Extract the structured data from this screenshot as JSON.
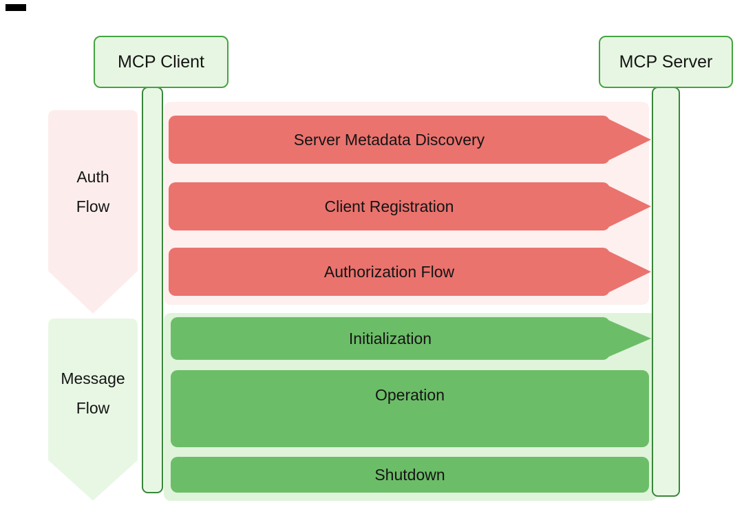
{
  "actors": {
    "client": {
      "label": "MCP Client"
    },
    "server": {
      "label": "MCP Server"
    }
  },
  "sections": {
    "auth": {
      "label_line1": "Auth",
      "label_line2": "Flow",
      "steps": [
        {
          "label": "Server Metadata Discovery",
          "shape": "arrow"
        },
        {
          "label": "Client Registration",
          "shape": "arrow"
        },
        {
          "label": "Authorization Flow",
          "shape": "arrow"
        }
      ]
    },
    "message": {
      "label_line1": "Message",
      "label_line2": "Flow",
      "steps": [
        {
          "label": "Initialization",
          "shape": "arrow"
        },
        {
          "label": "Operation",
          "shape": "box"
        },
        {
          "label": "Shutdown",
          "shape": "box"
        }
      ]
    }
  },
  "colors": {
    "red_arrow": "#ea736e",
    "pink_panel": "#fdf0ef",
    "pink_banner": "#fcedec",
    "green_solid": "#6cbd68",
    "green_panel": "#e0f3db",
    "green_banner": "#e8f7e4",
    "lifeline_fill": "#e8f7e4",
    "lifeline_border": "#38863a",
    "actor_fill": "#e7f6e2",
    "actor_border": "#44a340",
    "text": "#141414",
    "page_bg": "#ffffff",
    "artifact": "#000000"
  }
}
